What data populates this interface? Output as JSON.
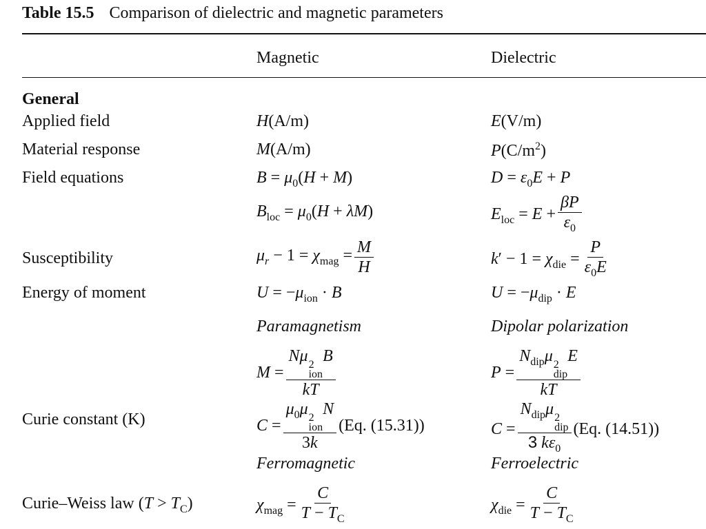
{
  "caption": {
    "number": "Table 15.5",
    "text": "Comparison of dielectric and magnetic parameters"
  },
  "columns": {
    "magnetic": "Magnetic",
    "dielectric": "Dielectric"
  },
  "section": "General",
  "rows": {
    "applied_field": "Applied field",
    "material_response": "Material response",
    "field_equations": "Field equations",
    "susceptibility": "Susceptibility",
    "energy_of_moment": "Energy of moment",
    "curie_constant": "Curie constant (K)",
    "curie_weiss": "Curie–Weiss law"
  },
  "subheads": {
    "paramagnetism": "Paramagnetism",
    "dipolar_polarization": "Dipolar polarization",
    "ferromagnetic": "Ferromagnetic",
    "ferroelectric": "Ferroelectric"
  },
  "refs": {
    "magnetic": "(Eq. (15.31))",
    "dielectric": "(Eq. (14.51))"
  }
}
